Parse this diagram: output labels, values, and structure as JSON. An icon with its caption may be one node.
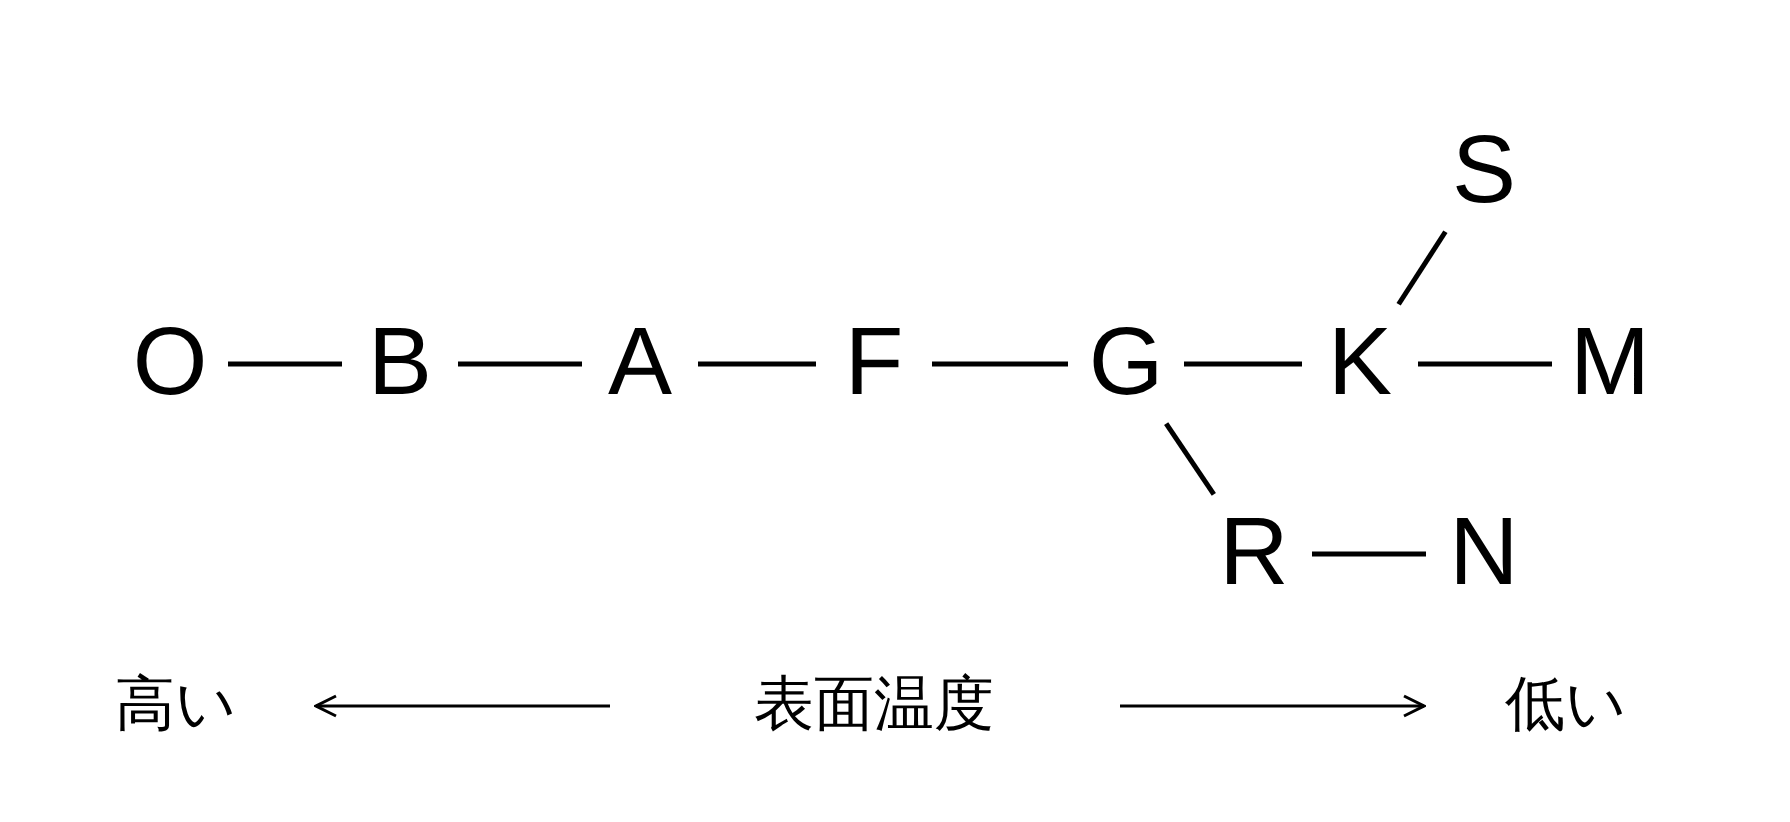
{
  "diagram": {
    "nodes": [
      {
        "text": [
          "O"
        ]
      },
      {
        "text": [
          "B"
        ]
      },
      {
        "text": [
          "A"
        ]
      },
      {
        "text": [
          "F"
        ]
      },
      {
        "text": [
          "G"
        ]
      },
      {
        "text": [
          "K"
        ]
      },
      {
        "text": [
          "M"
        ]
      },
      {
        "text": [
          "S"
        ]
      },
      {
        "text": [
          "R"
        ]
      },
      {
        "text": [
          "N"
        ]
      }
    ],
    "edges": [
      {
        "from": 0,
        "to": 1,
        "arrow": "none"
      },
      {
        "from": 1,
        "to": 2,
        "arrow": "none"
      },
      {
        "from": 2,
        "to": 3,
        "arrow": "none"
      },
      {
        "from": 3,
        "to": 4,
        "arrow": "none"
      },
      {
        "from": 4,
        "to": 5,
        "arrow": "none"
      },
      {
        "from": 5,
        "to": 6,
        "arrow": "none"
      },
      {
        "from": 5,
        "to": 7,
        "arrow": "none"
      },
      {
        "from": 4,
        "to": 8,
        "arrow": "none"
      },
      {
        "from": 8,
        "to": 9,
        "arrow": "none"
      }
    ],
    "labels": [
      "高い",
      "表面温度",
      "低い"
    ]
  }
}
